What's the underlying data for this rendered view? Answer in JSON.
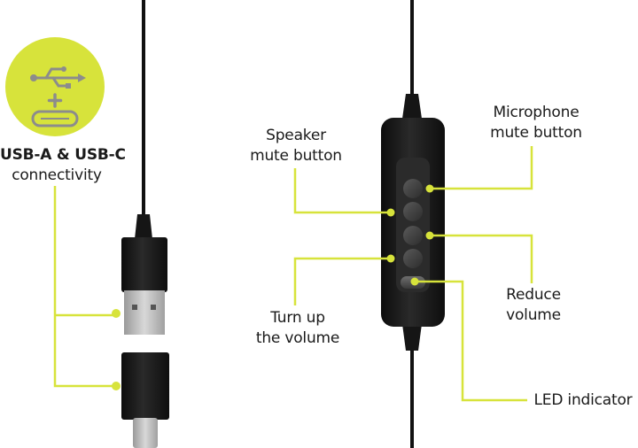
{
  "colors": {
    "accent": "#d7e33b",
    "cable": "#111111",
    "metal": "#b4b4b4",
    "plastic": "#1e1e1e"
  },
  "icons": [
    "usb-icon",
    "plus-icon",
    "usb-c-port-icon"
  ],
  "connectivity": {
    "title": "USB-A & USB-C",
    "subtitle": "connectivity"
  },
  "callouts": {
    "speaker_mute": [
      "Speaker",
      "mute button"
    ],
    "microphone_mute": [
      "Microphone",
      "mute button"
    ],
    "turn_up": [
      "Turn up",
      "the volume"
    ],
    "reduce": [
      "Reduce",
      "volume"
    ],
    "led": [
      "LED indicator"
    ]
  }
}
